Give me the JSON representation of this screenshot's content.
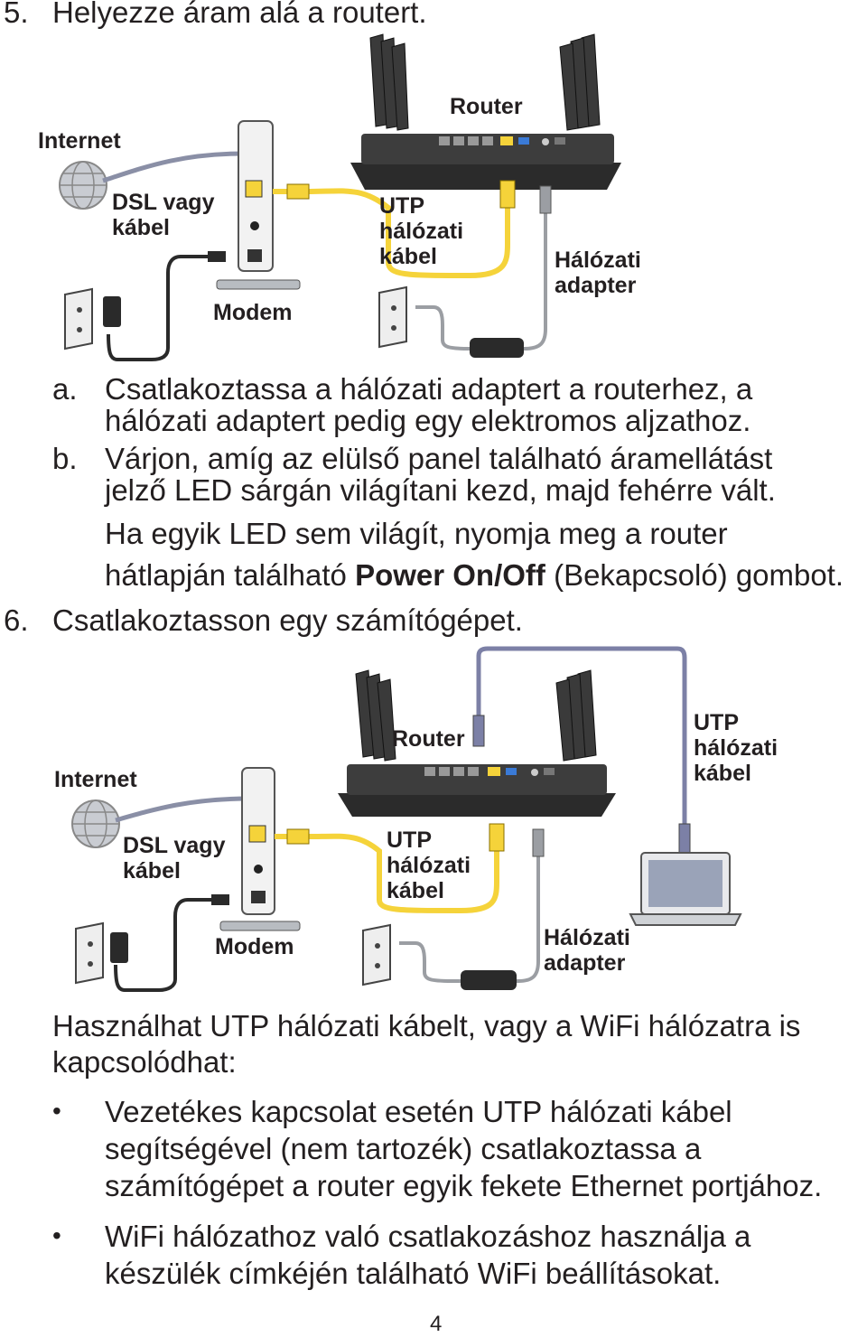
{
  "step5": {
    "number": "5.",
    "text": "Helyezze áram alá a routert."
  },
  "diagram1": {
    "router": "Router",
    "internet": "Internet",
    "dsl": [
      "DSL vagy",
      "kábel"
    ],
    "utp": [
      "UTP",
      "hálózati",
      "kábel"
    ],
    "adapter": [
      "Hálózati",
      "adapter"
    ],
    "modem": "Modem"
  },
  "sub_a": {
    "marker": "a.",
    "lines": [
      "Csatlakoztassa a hálózati adaptert a routerhez, a",
      "hálózati adaptert pedig egy elektromos aljzathoz."
    ]
  },
  "sub_b": {
    "marker": "b.",
    "lines": [
      "Várjon, amíg az elülső panel található áramellátást",
      "jelző LED sárgán világítani kezd, majd fehérre vált."
    ]
  },
  "note": {
    "line1": "Ha egyik LED sem világít, nyomja meg a router",
    "line2_pre": "hátlapján található ",
    "line2_bold": "Power On/Off",
    "line2_post": " (Bekapcsoló) gombot."
  },
  "step6": {
    "number": "6.",
    "text": "Csatlakoztasson egy számítógépet."
  },
  "diagram2": {
    "router": "Router",
    "internet": "Internet",
    "dsl": [
      "DSL vagy",
      "kábel"
    ],
    "utp_center": [
      "UTP",
      "hálózati",
      "kábel"
    ],
    "utp_right": [
      "UTP",
      "hálózati",
      "kábel"
    ],
    "adapter": [
      "Hálózati",
      "adapter"
    ],
    "modem": "Modem"
  },
  "para": [
    "Használhat UTP hálózati kábelt, vagy a WiFi hálózatra is",
    "kapcsolódhat:"
  ],
  "bullets": [
    {
      "symbol": "•",
      "lines": [
        "Vezetékes kapcsolat esetén UTP hálózati kábel",
        "segítségével (nem tartozék) csatlakoztassa a",
        "számítógépet a router egyik fekete Ethernet portjához."
      ]
    },
    {
      "symbol": "•",
      "lines": [
        "WiFi hálózathoz való csatlakozáshoz használja a",
        "készülék címkéjén található WiFi beállításokat."
      ]
    }
  ],
  "page_number": "4",
  "colors": {
    "yellow_cable": "#f5d33a",
    "gray_cable": "#9b9ea3",
    "dark_cable": "#2a2a2a",
    "router_body": "#2b2b2b",
    "laptop_cable": "#7c80a6"
  }
}
